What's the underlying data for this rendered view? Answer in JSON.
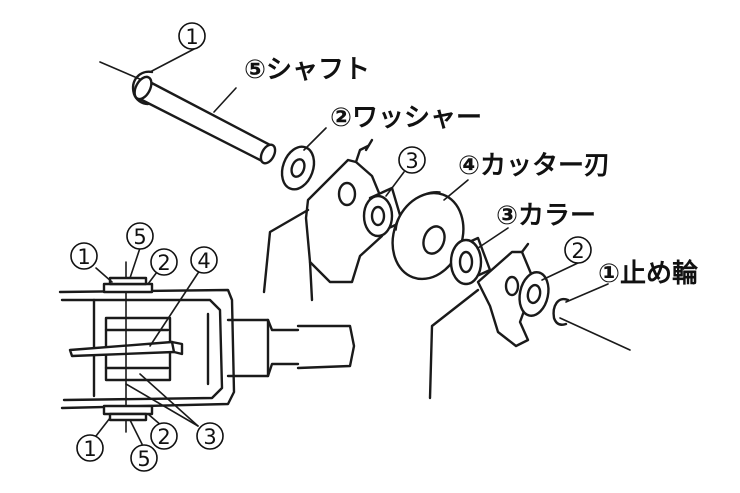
{
  "labels": {
    "shaft": "⑤シャフト",
    "washer": "②ワッシャー",
    "cutter": "④カッター刃",
    "collar": "③カラー",
    "stop_ring": "①止め輪"
  },
  "callouts": {
    "n1": "1",
    "n2": "2",
    "n3": "3",
    "n4": "4",
    "n5": "5"
  }
}
